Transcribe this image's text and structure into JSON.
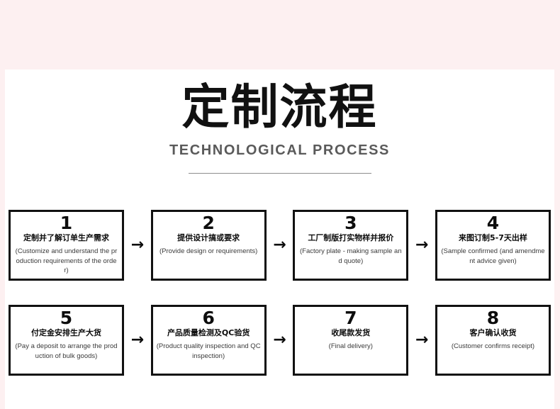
{
  "page": {
    "background_color": "#fdf0f1",
    "panel_color": "#ffffff"
  },
  "header": {
    "title": "定制流程",
    "subtitle": "TECHNOLOGICAL PROCESS",
    "divider": ""
  },
  "flow": {
    "arrow_glyph": "→",
    "rows": [
      {
        "steps": [
          {
            "number": "1",
            "title_cn": "定制并了解订单生产需求",
            "title_en": "(Customize and understand the production requirements of the order)"
          },
          {
            "number": "2",
            "title_cn": "提供设计搞或要求",
            "title_en": "(Provide design or requirements)"
          },
          {
            "number": "3",
            "title_cn": "工厂制版打实物样并报价",
            "title_en": "(Factory plate - making sample and quote)"
          },
          {
            "number": "4",
            "title_cn": "来图订制5-7天出样",
            "title_en": "(Sample confirmed (and amendment advice given)"
          }
        ]
      },
      {
        "steps": [
          {
            "number": "5",
            "title_cn": "付定金安排生产大货",
            "title_en": "(Pay a deposit to arrange the production of bulk goods)"
          },
          {
            "number": "6",
            "title_cn": "产品质量检测及QC验货",
            "title_en": "(Product quality inspection and QC inspection)"
          },
          {
            "number": "7",
            "title_cn": "收尾款发货",
            "title_en": "(Final delivery)"
          },
          {
            "number": "8",
            "title_cn": "客户确认收货",
            "title_en": "(Customer confirms receipt)"
          }
        ]
      }
    ]
  }
}
